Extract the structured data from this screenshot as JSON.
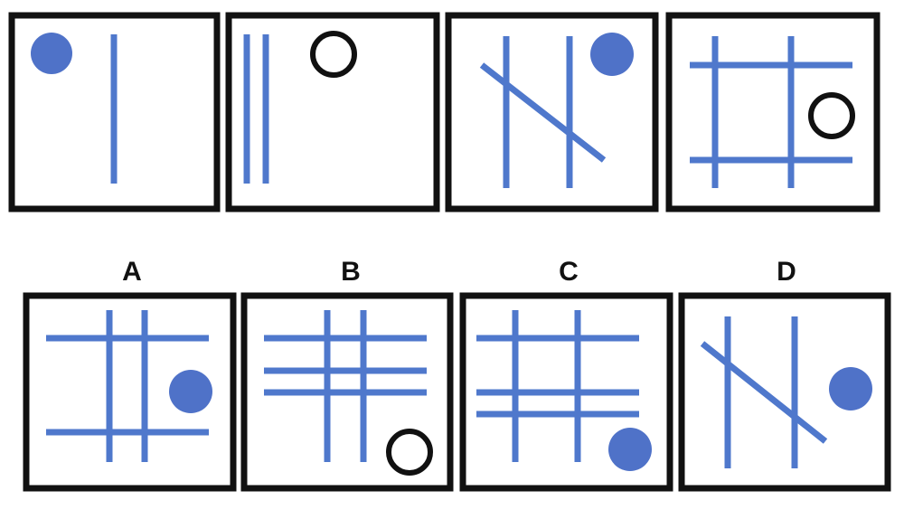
{
  "colors": {
    "line": "#4f78cc",
    "dot_fill": "#4f72c8",
    "ring_stroke": "#111111",
    "frame": "#111111",
    "background": "#ffffff"
  },
  "sequence": [
    {
      "lines": [
        "vertical"
      ],
      "marker": "filled-circle"
    },
    {
      "lines": [
        "vertical",
        "vertical"
      ],
      "marker": "open-circle"
    },
    {
      "lines": [
        "vertical",
        "vertical",
        "diagonal"
      ],
      "marker": "filled-circle"
    },
    {
      "lines": [
        "vertical",
        "vertical",
        "horizontal",
        "horizontal"
      ],
      "marker": "open-circle"
    }
  ],
  "options": [
    {
      "label": "A",
      "lines": [
        "vertical",
        "vertical",
        "horizontal",
        "horizontal"
      ],
      "marker": "filled-circle"
    },
    {
      "label": "B",
      "lines": [
        "vertical",
        "vertical",
        "horizontal",
        "horizontal",
        "horizontal"
      ],
      "marker": "open-circle"
    },
    {
      "label": "C",
      "lines": [
        "vertical",
        "vertical",
        "horizontal",
        "horizontal",
        "horizontal"
      ],
      "marker": "filled-circle"
    },
    {
      "label": "D",
      "lines": [
        "vertical",
        "vertical",
        "diagonal"
      ],
      "marker": "filled-circle"
    }
  ]
}
